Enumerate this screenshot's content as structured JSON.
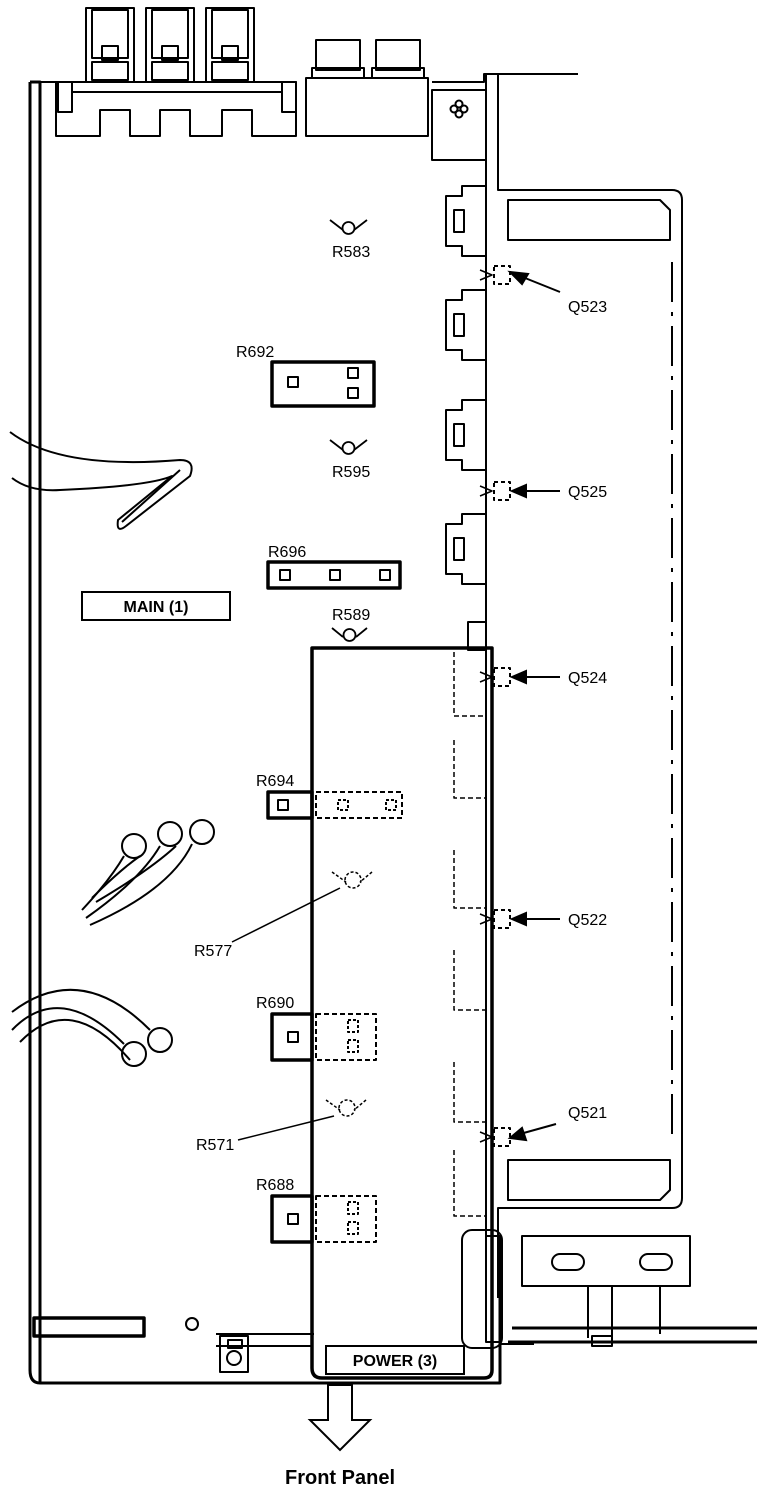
{
  "boards": {
    "main": "MAIN (1)",
    "power": "POWER (3)"
  },
  "caption": "Front Panel",
  "components": {
    "r583": "R583",
    "r692": "R692",
    "r595": "R595",
    "r696": "R696",
    "r589": "R589",
    "r694": "R694",
    "r577": "R577",
    "r690": "R690",
    "r571": "R571",
    "r688": "R688",
    "q523": "Q523",
    "q525": "Q525",
    "q524": "Q524",
    "q522": "Q522",
    "q521": "Q521"
  },
  "icons": {
    "connector": "clover-icon",
    "direction": "down-arrow-icon"
  }
}
